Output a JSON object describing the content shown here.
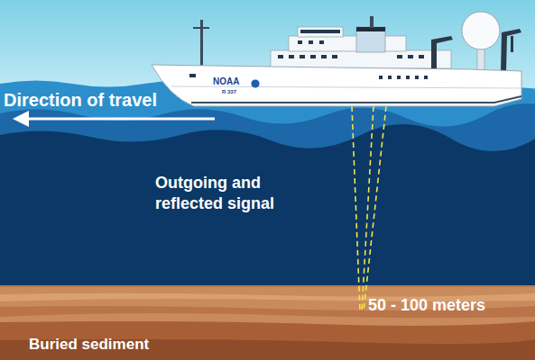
{
  "diagram": {
    "labels": [
      "Direction of travel",
      "Outgoing and reflected signal",
      "50 - 100 meters",
      "Buried sediment",
      "NOAA",
      "R 337"
    ]
  }
}
